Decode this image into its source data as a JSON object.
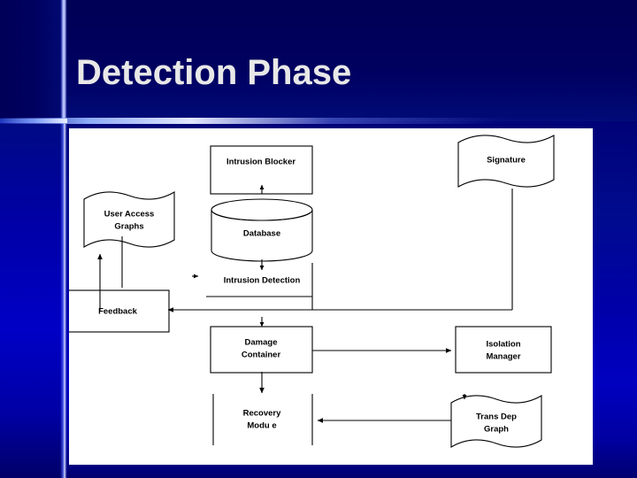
{
  "slide": {
    "title": "Detection Phase",
    "background_top_color": "#000060",
    "background_bottom_color": "#0000c0",
    "accent_line_color": "#e6eaff",
    "panel_background": "#ffffff",
    "title_color": "#e8e8e8"
  },
  "diagram": {
    "type": "flowchart",
    "nodes": [
      {
        "id": "intrusion-blocker",
        "label": "Intrusion Blocker",
        "shape": "rectangle",
        "lines": [
          "Intrusion Blocker"
        ]
      },
      {
        "id": "signature",
        "label": "Signature",
        "shape": "document",
        "lines": [
          "Signature"
        ]
      },
      {
        "id": "user-access-graphs",
        "label": "User Access Graphs",
        "shape": "document",
        "lines": [
          "User Access",
          "Graphs"
        ]
      },
      {
        "id": "database",
        "label": "Database",
        "shape": "cylinder",
        "lines": [
          "Database"
        ]
      },
      {
        "id": "intrusion-detection",
        "label": "Intrusion Detection",
        "shape": "rectangle",
        "lines": [
          "Intrusion Detection"
        ]
      },
      {
        "id": "feedback",
        "label": "Feedback",
        "shape": "rectangle",
        "lines": [
          "Feedback"
        ]
      },
      {
        "id": "damage-container",
        "label": "Damage Container",
        "shape": "rectangle",
        "lines": [
          "Damage",
          "Container"
        ]
      },
      {
        "id": "isolation-manager",
        "label": "Isolation Manager",
        "shape": "rectangle",
        "lines": [
          "Isolation",
          "Manager"
        ]
      },
      {
        "id": "recovery-module",
        "label": "Recovery Module",
        "shape": "rectangle",
        "lines": [
          "Recovery",
          "Modu e"
        ]
      },
      {
        "id": "trans-dep-graph",
        "label": "Trans Dep Graph",
        "shape": "document",
        "lines": [
          "Trans  Dep",
          "Graph"
        ]
      }
    ],
    "edges": [
      {
        "from": "database",
        "to": "intrusion-blocker",
        "direction": "up"
      },
      {
        "from": "database",
        "to": "intrusion-detection",
        "direction": "down"
      },
      {
        "from": "feedback",
        "to": "user-access-graphs",
        "direction": "up"
      },
      {
        "from": "intrusion-detection",
        "to": "feedback",
        "direction": "left"
      },
      {
        "from": "signature",
        "to": "feedback",
        "direction": "down-left"
      },
      {
        "from": "intrusion-detection",
        "to": "damage-container",
        "direction": "down"
      },
      {
        "from": "damage-container",
        "to": "isolation-manager",
        "direction": "right"
      },
      {
        "from": "damage-container",
        "to": "recovery-module",
        "direction": "down"
      },
      {
        "from": "trans-dep-graph",
        "to": "recovery-module",
        "direction": "left"
      }
    ]
  }
}
